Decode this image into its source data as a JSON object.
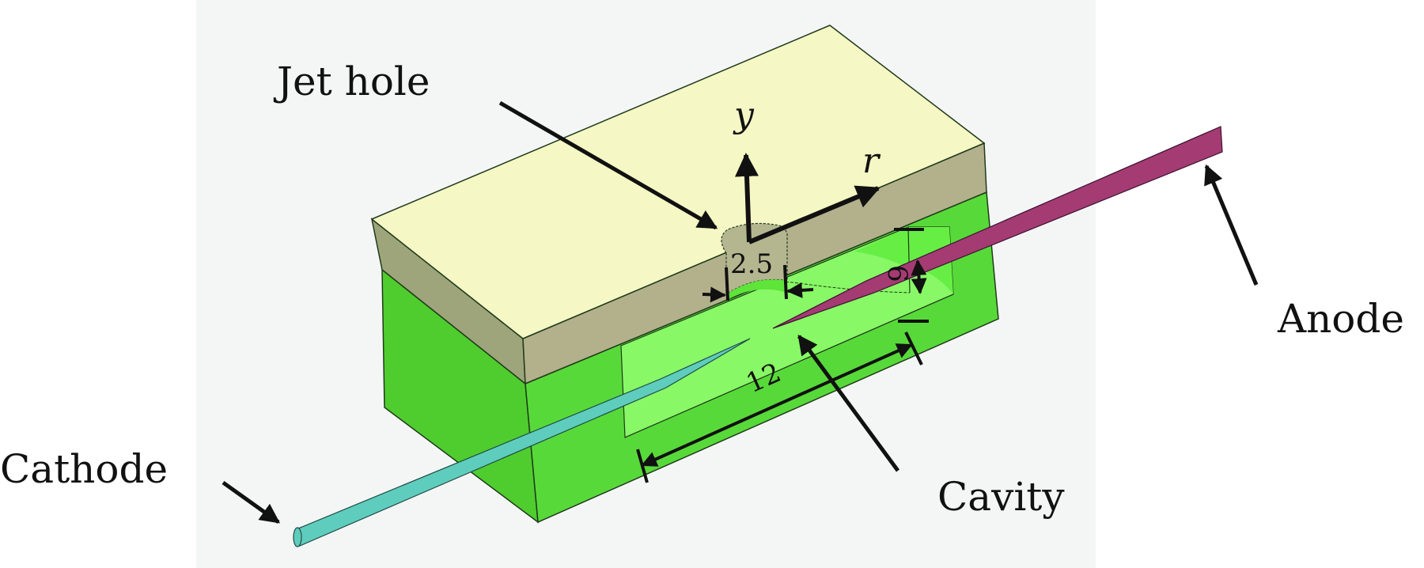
{
  "labels": {
    "jet_hole": "Jet hole",
    "cathode": "Cathode",
    "anode": "Anode",
    "cavity": "Cavity"
  },
  "axes": {
    "y_axis": "y",
    "r_axis": "r"
  },
  "dimensions": {
    "jet_hole_diameter": "2.5",
    "cavity_height": "6",
    "cavity_length": "12"
  },
  "colors": {
    "panel_bg": "#f4f6f6",
    "top_face": "#f5f7c4",
    "top_layer_side": "#b3b08c",
    "top_layer_side_left": "#9ea57a",
    "body_left": "#4fcd2e",
    "body_right": "#58d93a",
    "cavity": "#88f866",
    "cavity_back": "#66ee44",
    "cathode": "#5fcdbd",
    "anode": "#a43b72",
    "ink": "#111111"
  }
}
